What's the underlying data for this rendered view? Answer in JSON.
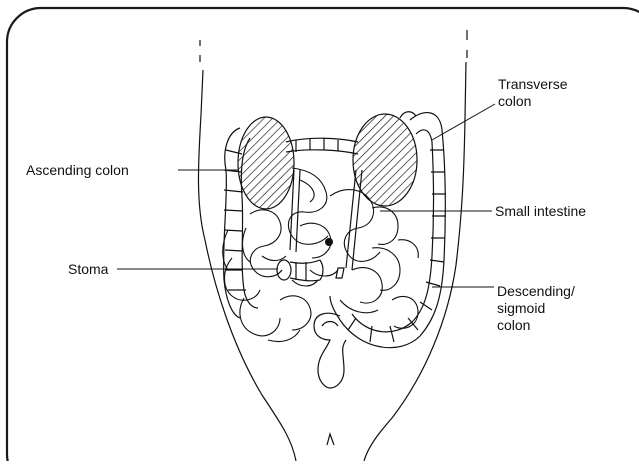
{
  "labels": {
    "transverse_colon": "Transverse\ncolon",
    "ascending_colon": "Ascending colon",
    "small_intestine": "Small intestine",
    "stoma": "Stoma",
    "descending_sigmoid_colon": "Descending/\nsigmoid\ncolon"
  },
  "colors": {
    "ink": "#111111",
    "background": "#ffffff",
    "frame": "#1a1a1a"
  }
}
